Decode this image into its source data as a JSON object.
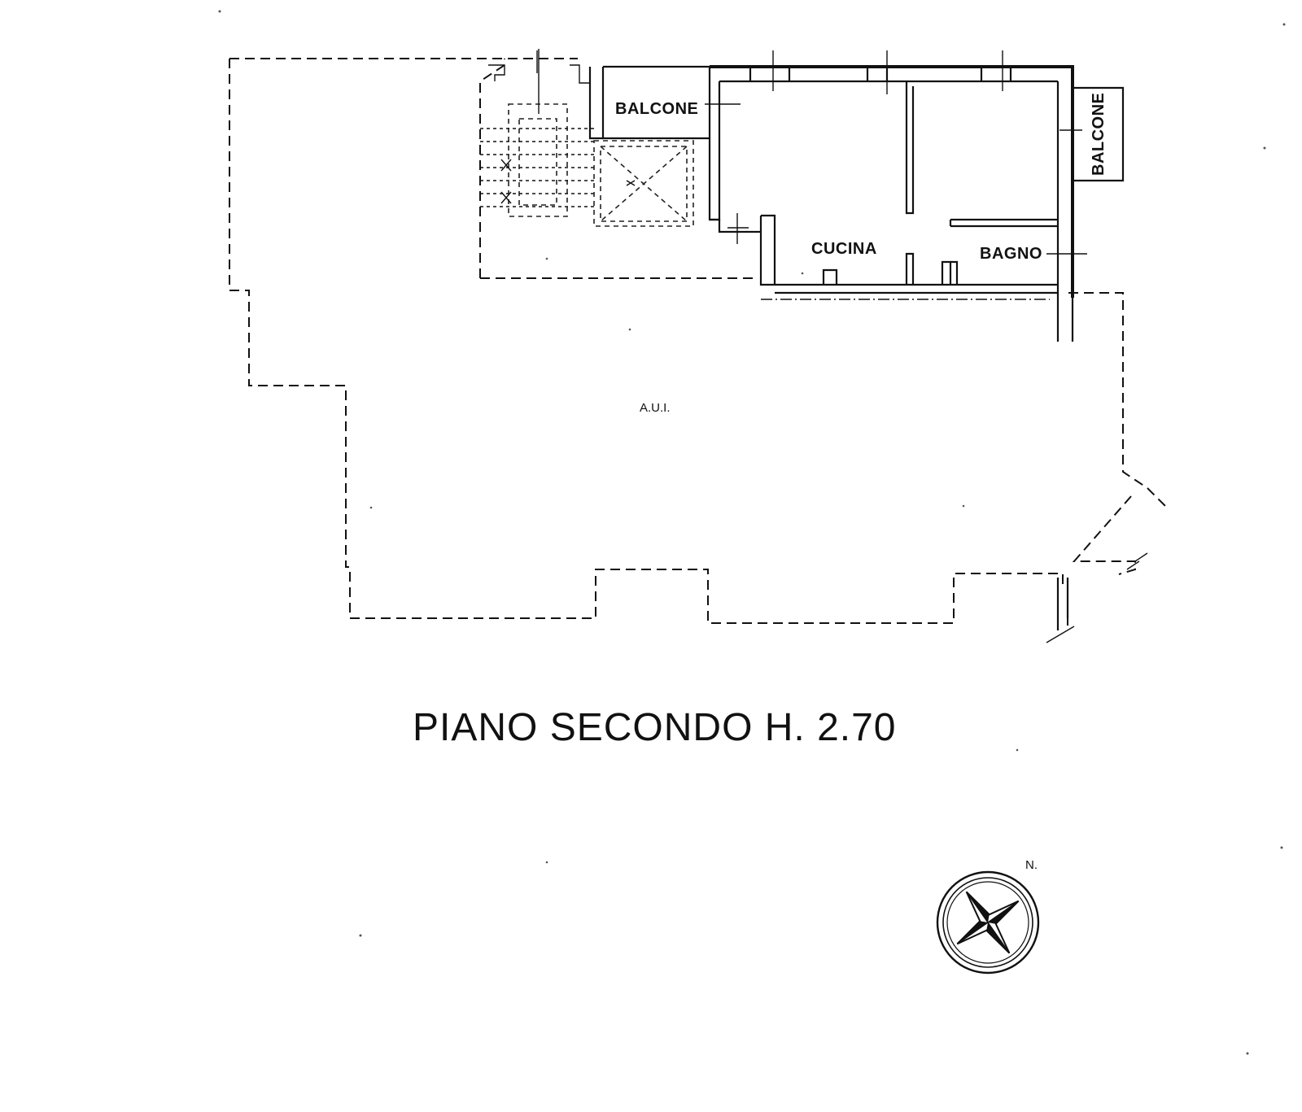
{
  "plan": {
    "title": "PIANO SECONDO H. 2.70",
    "rooms": {
      "balcone_left": "BALCONE",
      "balcone_right": "BALCONE",
      "cucina": "CUCINA",
      "bagno": "BAGNO",
      "aui": "A.U.I."
    },
    "compass": {
      "north_label": "N."
    }
  }
}
